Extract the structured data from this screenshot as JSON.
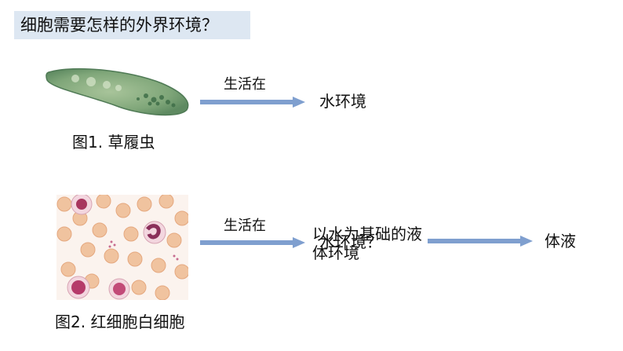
{
  "title": "细胞需要怎样的外界环境？",
  "figure1": {
    "caption": "图1. 草履虫",
    "arrow_label": "生活在",
    "target": "水环境"
  },
  "figure2": {
    "caption": "图2. 红细胞白细胞",
    "arrow_label": "生活在",
    "middle_text_1": "以水为基础的液体环境",
    "middle_text_overlap": "水环境？",
    "target": "体液"
  },
  "colors": {
    "title_bg": "#dde7f2",
    "arrow": "#7f9fcf"
  }
}
